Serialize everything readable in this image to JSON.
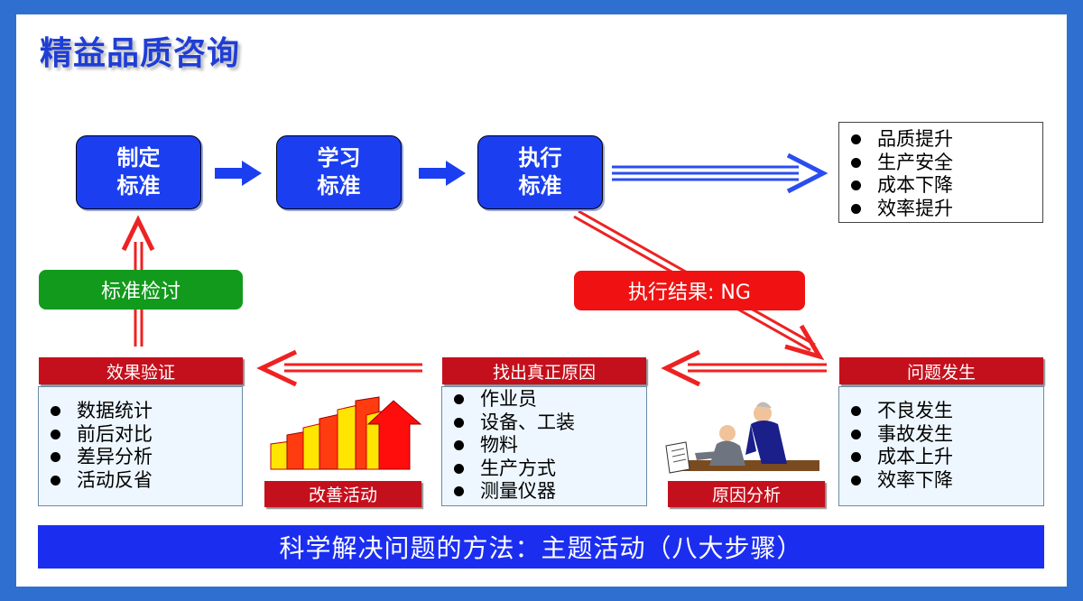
{
  "title": "精益品质咨询",
  "standards": [
    {
      "line1": "制定",
      "line2": "标准"
    },
    {
      "line1": "学习",
      "line2": "标准"
    },
    {
      "line1": "执行",
      "line2": "标准"
    }
  ],
  "outcomes_good": [
    "品质提升",
    "生产安全",
    "成本下降",
    "效率提升"
  ],
  "labels": {
    "review": "标准检讨",
    "result_ng": "执行结果: NG",
    "verify": "效果验证",
    "find_cause": "找出真正原因",
    "problem": "问题发生",
    "improve": "改善活动",
    "analysis": "原因分析"
  },
  "verify_items": [
    "数据统计",
    "前后对比",
    "差异分析",
    "活动反省"
  ],
  "cause_items": [
    "作业员",
    "设备、工装",
    "物料",
    "生产方式",
    "测量仪器"
  ],
  "problem_items": [
    "不良发生",
    "事故发生",
    "成本上升",
    "效率下降"
  ],
  "bottom_text": "科学解决问题的方法：主题活动（八大步骤）",
  "colors": {
    "blue": "#1b3ff0",
    "red": "#c4101c",
    "green": "#129a1c",
    "frame": "#2f6fd0"
  }
}
